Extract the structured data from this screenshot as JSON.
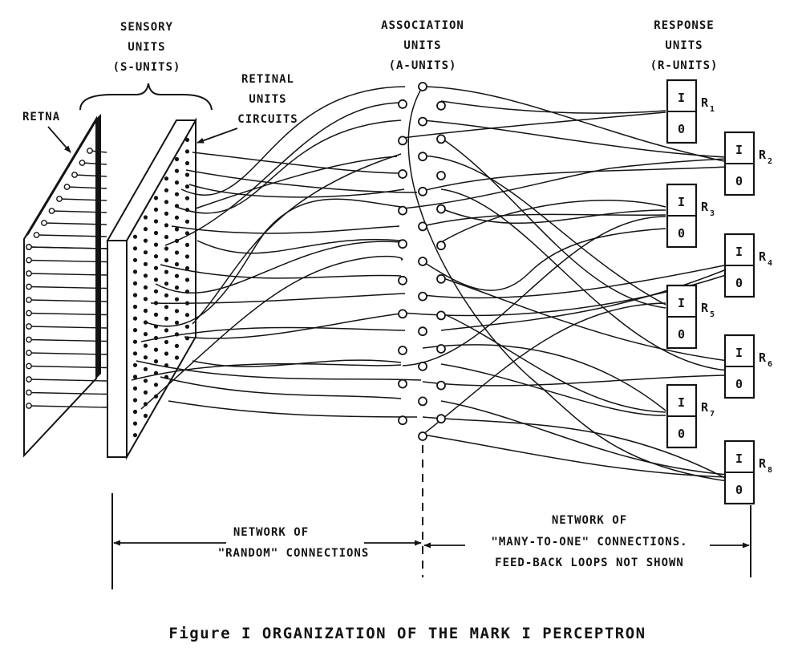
{
  "labels": {
    "retina": "RETNA",
    "sensory": [
      "SENSORY",
      "UNITS",
      "(S-UNITS)"
    ],
    "retinal": [
      "RETINAL",
      "UNITS",
      "CIRCUITS"
    ],
    "association": [
      "ASSOCIATION",
      "UNITS",
      "(A-UNITS)"
    ],
    "response": [
      "RESPONSE",
      "UNITS",
      "(R-UNITS)"
    ],
    "random_network": [
      "NETWORK OF",
      "\"RANDOM\" CONNECTIONS"
    ],
    "many_network": [
      "NETWORK OF",
      "\"MANY-TO-ONE\" CONNECTIONS.",
      "FEED-BACK LOOPS NOT SHOWN"
    ]
  },
  "response_units": [
    {
      "letter": "R",
      "index": "1",
      "top": "I",
      "bottom": "0"
    },
    {
      "letter": "R",
      "index": "2",
      "top": "I",
      "bottom": "0"
    },
    {
      "letter": "R",
      "index": "3",
      "top": "I",
      "bottom": "0"
    },
    {
      "letter": "R",
      "index": "4",
      "top": "I",
      "bottom": "0"
    },
    {
      "letter": "R",
      "index": "5",
      "top": "I",
      "bottom": "0"
    },
    {
      "letter": "R",
      "index": "6",
      "top": "I",
      "bottom": "0"
    },
    {
      "letter": "R",
      "index": "7",
      "top": "I",
      "bottom": "0"
    },
    {
      "letter": "R",
      "index": "8",
      "top": "I",
      "bottom": "0"
    }
  ],
  "caption": "Figure I  ORGANIZATION OF THE MARK I PERCEPTRON",
  "colors": {
    "ink": "#141414",
    "paper": "#ffffff"
  }
}
